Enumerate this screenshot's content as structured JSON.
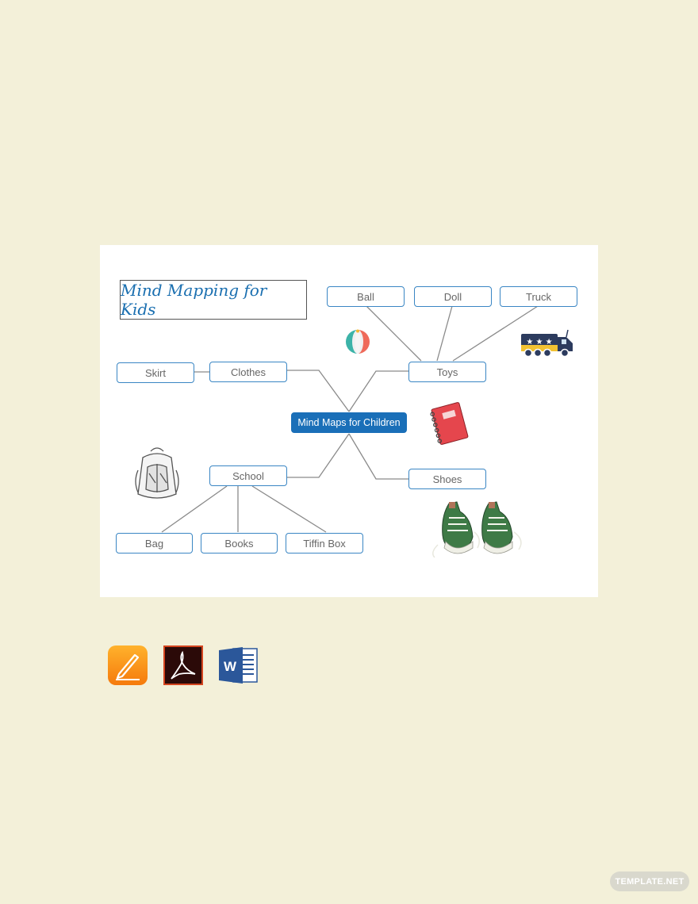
{
  "title": "Mind Mapping for Kids",
  "center": "Mind Maps for Children",
  "nodes": {
    "toys": "Toys",
    "ball": "Ball",
    "doll": "Doll",
    "truck": "Truck",
    "clothes": "Clothes",
    "skirt": "Skirt",
    "school": "School",
    "bag": "Bag",
    "books": "Books",
    "tiffin": "Tiffin Box",
    "shoes": "Shoes"
  },
  "format_icons": [
    "pages-icon",
    "acrobat-pdf-icon",
    "word-icon"
  ],
  "watermark": "TEMPLATE.NET",
  "colors": {
    "background": "#f3f0d9",
    "accent": "#1a6fb8",
    "node_border": "#3a86c4"
  }
}
